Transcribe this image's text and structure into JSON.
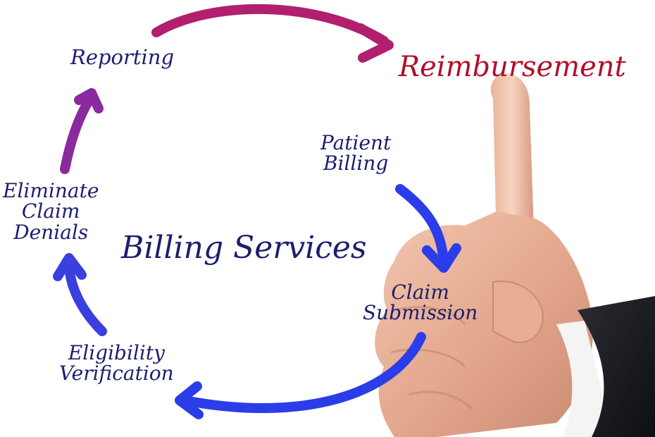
{
  "diagram": {
    "center_title": "Billing Services",
    "goal": "Reimbursement",
    "steps": [
      {
        "lines": [
          "Patient",
          "Billing"
        ]
      },
      {
        "lines": [
          "Claim",
          "Submission"
        ]
      },
      {
        "lines": [
          "Eligibility",
          "Verification"
        ]
      },
      {
        "lines": [
          "Eliminate",
          "Claim",
          "Denials"
        ]
      },
      {
        "lines": [
          "Reporting"
        ]
      }
    ]
  },
  "colors": {
    "text_navy": "#1b1e6e",
    "goal_red": "#b0102a",
    "arrow_blue": "#2a3de8",
    "arrow_purple": "#8a2a9e",
    "arrow_magenta": "#b21f6e"
  },
  "icons": {
    "hand": "pointing-hand-icon"
  }
}
